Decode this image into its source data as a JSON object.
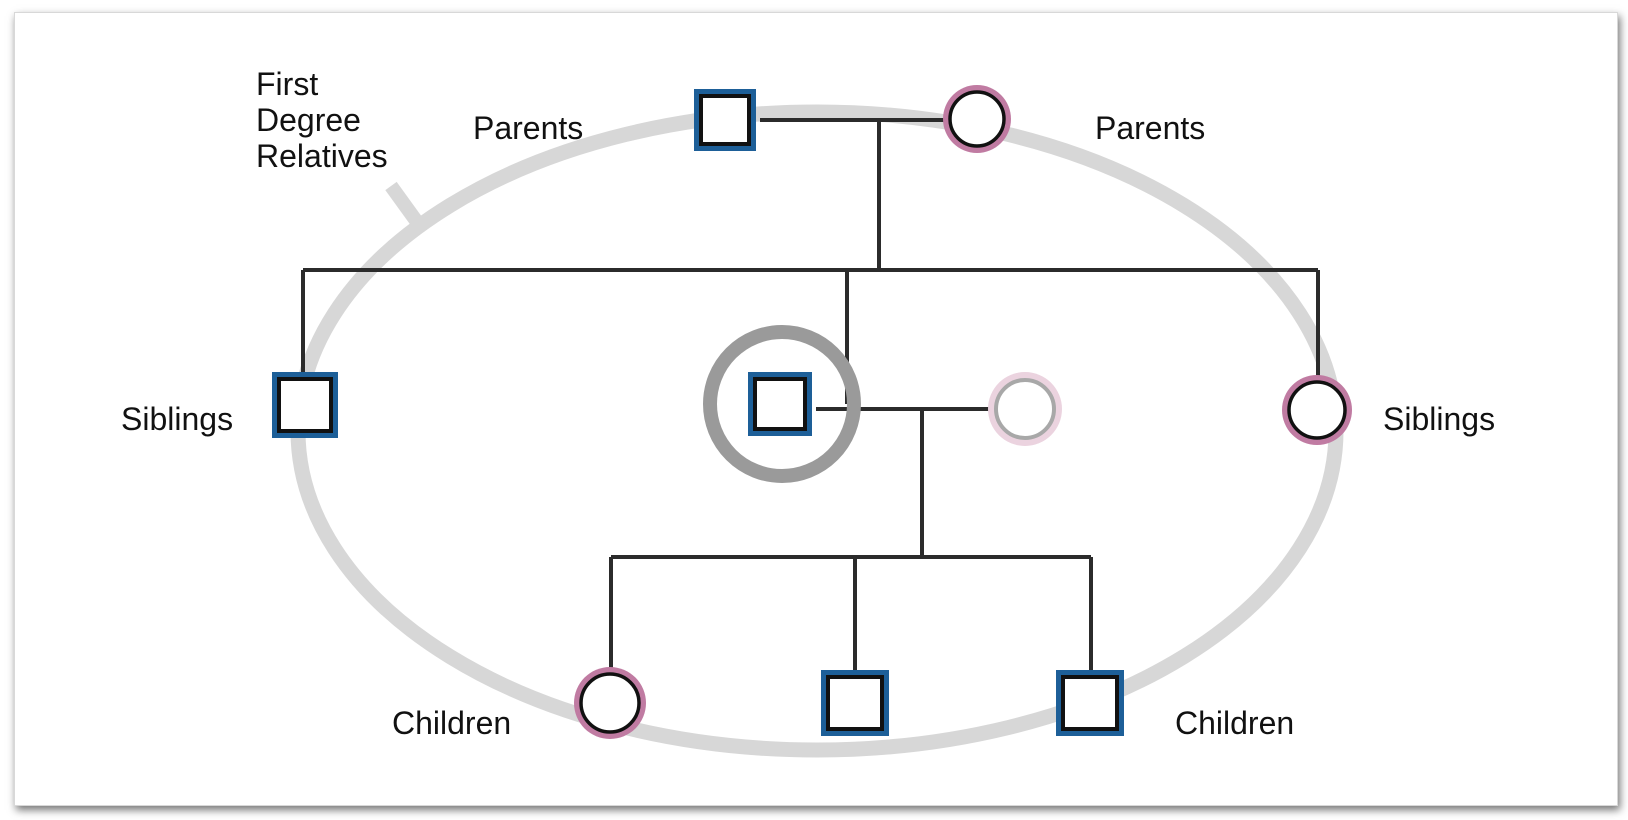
{
  "diagram": {
    "first_degree_label": [
      "First",
      "Degree",
      "Relatives"
    ],
    "parents_left_label": "Parents",
    "parents_right_label": "Parents",
    "siblings_left_label": "Siblings",
    "siblings_right_label": "Siblings",
    "children_left_label": "Children",
    "children_right_label": "Children"
  },
  "colors": {
    "male_border": "#1d5f98",
    "female_border": "#c07ba2",
    "connector_line": "#2b2b2b",
    "relatives_ring": "#d7d7d7",
    "proband_ring": "#9a9a9a",
    "spouse_faded": "#ebd3df"
  }
}
